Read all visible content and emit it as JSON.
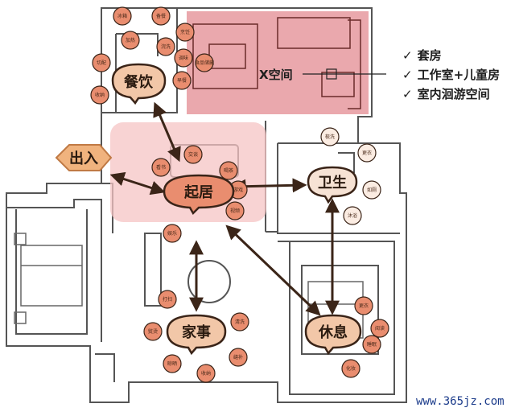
{
  "zones": {
    "dining": "餐饮",
    "living": "起居",
    "entry": "出入",
    "bath": "卫生",
    "rest": "休息",
    "chores": "家事"
  },
  "x_space": {
    "label": "X空间",
    "features": [
      "套房",
      "工作室+儿童房",
      "室内洄游空间"
    ]
  },
  "activities": {
    "dining": [
      "冰箱",
      "备餐",
      "加热",
      "浣洗",
      "切配",
      "烹饪",
      "调味",
      "收纳",
      "早餐",
      "食品储藏"
    ],
    "living": [
      "看书",
      "交谈",
      "喝茶",
      "游戏",
      "视频",
      "娱乐"
    ],
    "bath": [
      "梳洗",
      "更衣",
      "如厕",
      "沐浴"
    ],
    "rest": [
      "更衣",
      "阅读",
      "睡眠",
      "化妆"
    ],
    "chores": [
      "打扫",
      "熨烫",
      "晾晒",
      "收纳",
      "缝补",
      "清洗"
    ]
  },
  "watermark": "www.365jz.com",
  "colors": {
    "zone_fill": "#f2c7a8",
    "zone_stroke": "#3a2418",
    "bubble_fill": "#e98d6f",
    "x_space_fill": "#d9606a",
    "living_highlight": "#f5c4c4",
    "arrow": "#3b2518"
  }
}
